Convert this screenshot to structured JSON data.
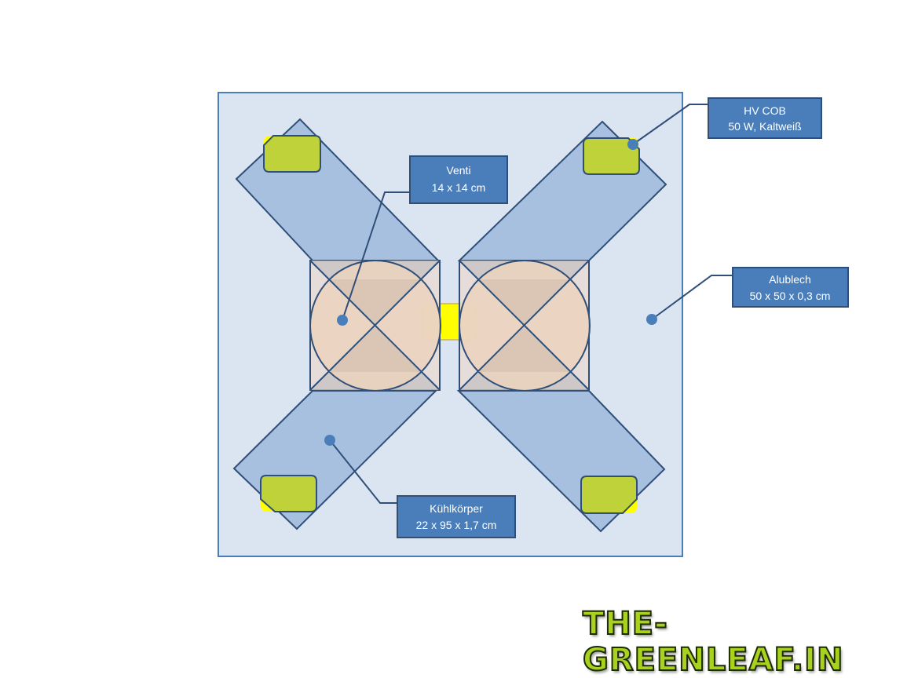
{
  "labels": {
    "venti": {
      "line1": "Venti",
      "line2": "14 x 14 cm"
    },
    "cob": {
      "line1": "HV COB",
      "line2": "50 W,  Kaltweiß"
    },
    "alublech": {
      "line1": "Alublech",
      "line2": "50 x 50 x 0,3 cm"
    },
    "kuehl": {
      "line1": "Kühlkörper",
      "line2": "22 x 95 x 1,7 cm"
    }
  },
  "watermark": "THE-GREENLEAF.IN",
  "colors": {
    "plate": "#dbe5f1",
    "bar": "#a8c0e0",
    "stroke": "#2f4f78",
    "fan": "#e8d3c0",
    "cob": "#c0d23a",
    "yellow": "#ffff00",
    "label": "#4a7ebb"
  }
}
